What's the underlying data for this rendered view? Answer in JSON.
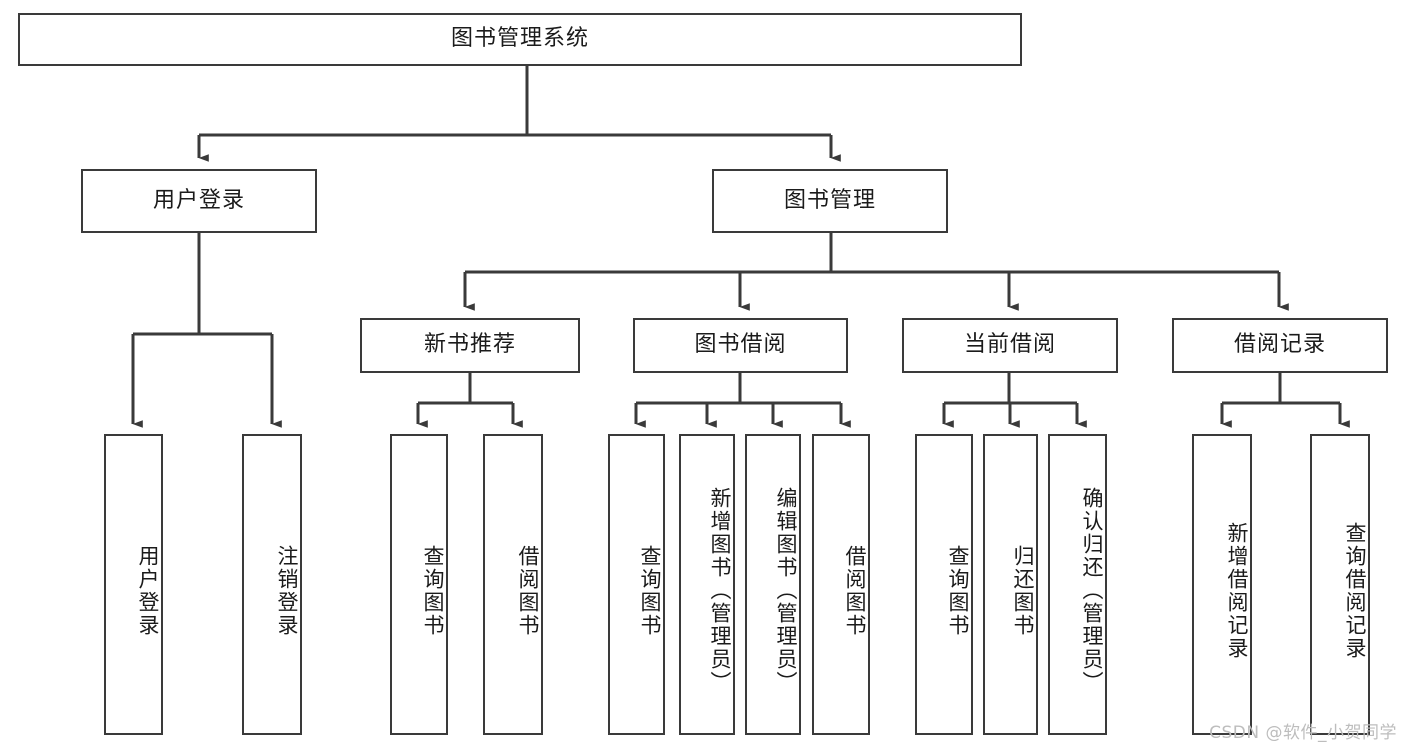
{
  "diagram": {
    "title": "图书管理系统",
    "type": "hierarchy-tree",
    "watermark": "CSDN @软件_小贺同学",
    "colors": {
      "box_border": "#3a3a3a",
      "box_fill": "#ffffff",
      "edge": "#3a3a3a",
      "text": "#1b1b1b",
      "watermark": "#bdbdbd"
    },
    "levels": {
      "root": {
        "label": "图书管理系统"
      },
      "level2": [
        {
          "id": "user-login",
          "label": "用户登录"
        },
        {
          "id": "book-management",
          "label": "图书管理"
        }
      ],
      "level3": [
        {
          "id": "new-book-recommend",
          "label": "新书推荐"
        },
        {
          "id": "book-borrow",
          "label": "图书借阅"
        },
        {
          "id": "current-borrow",
          "label": "当前借阅"
        },
        {
          "id": "borrow-record",
          "label": "借阅记录"
        }
      ],
      "leaves": [
        {
          "id": "leaf-user-login",
          "label": "用户登录",
          "parent": "user-login"
        },
        {
          "id": "leaf-logout",
          "label": "注销登录",
          "parent": "user-login"
        },
        {
          "id": "leaf-query-book-1",
          "label": "查询图书",
          "parent": "new-book-recommend"
        },
        {
          "id": "leaf-borrow-book-1",
          "label": "借阅图书",
          "parent": "new-book-recommend"
        },
        {
          "id": "leaf-query-book-2",
          "label": "查询图书",
          "parent": "book-borrow"
        },
        {
          "id": "leaf-add-book",
          "label": "新增图书（管理员）",
          "parent": "book-borrow"
        },
        {
          "id": "leaf-edit-book",
          "label": "编辑图书（管理员）",
          "parent": "book-borrow"
        },
        {
          "id": "leaf-borrow-book-2",
          "label": "借阅图书",
          "parent": "book-borrow"
        },
        {
          "id": "leaf-query-book-3",
          "label": "查询图书",
          "parent": "current-borrow"
        },
        {
          "id": "leaf-return-book",
          "label": "归还图书",
          "parent": "current-borrow"
        },
        {
          "id": "leaf-confirm-return",
          "label": "确认归还（管理员）",
          "parent": "current-borrow"
        },
        {
          "id": "leaf-add-record",
          "label": "新增借阅记录",
          "parent": "borrow-record"
        },
        {
          "id": "leaf-query-record",
          "label": "查询借阅记录",
          "parent": "borrow-record"
        }
      ]
    }
  }
}
